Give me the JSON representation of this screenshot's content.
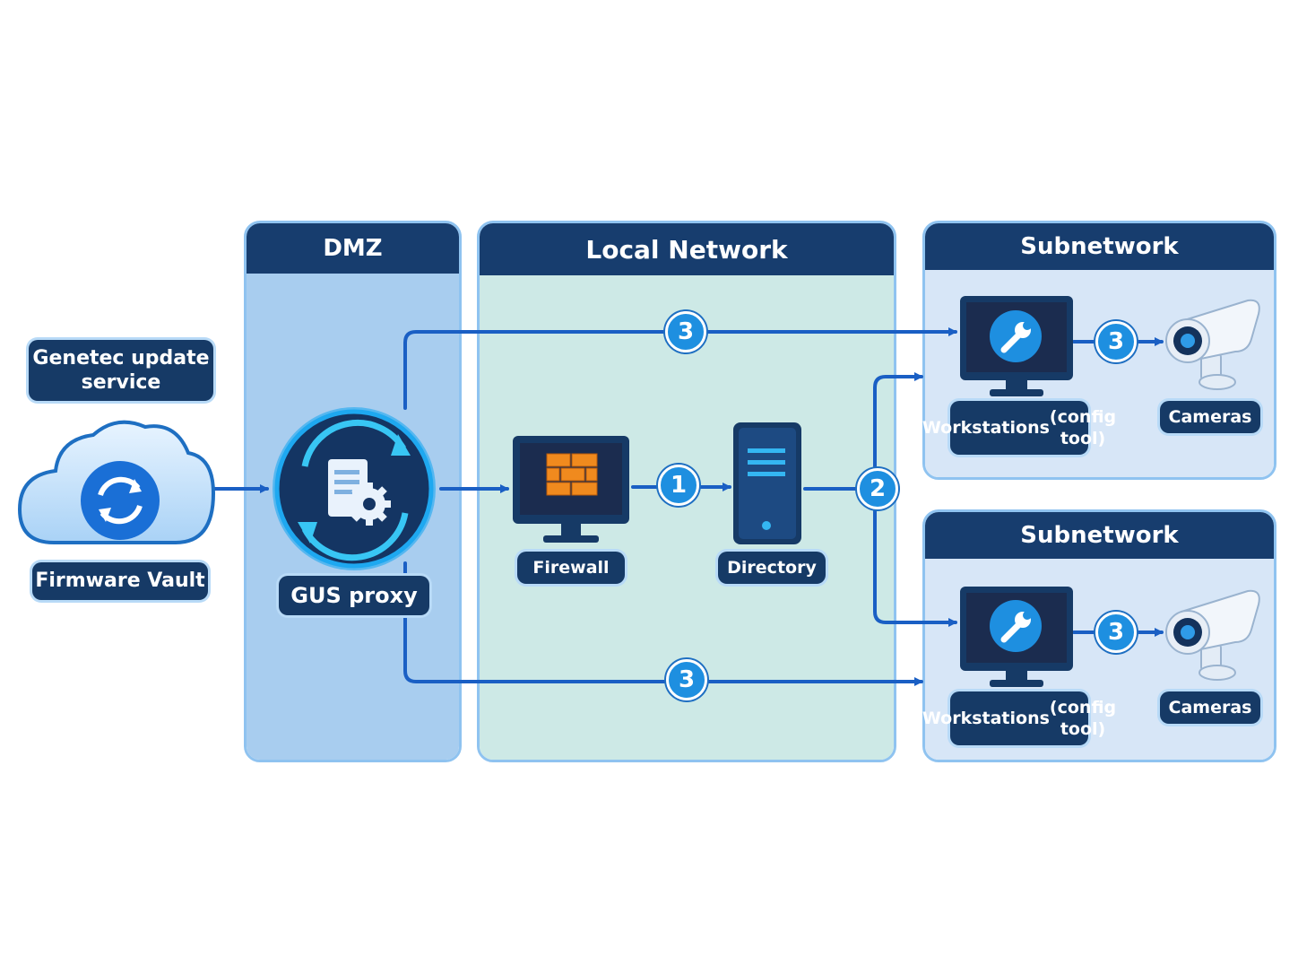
{
  "zones": {
    "dmz": "DMZ",
    "local_network": "Local Network",
    "subnetwork_top": "Subnetwork",
    "subnetwork_bottom": "Subnetwork"
  },
  "nodes": {
    "update_service": "Genetec update service",
    "firmware_vault": "Firmware Vault",
    "gus_proxy": "GUS proxy",
    "firewall": "Firewall",
    "directory": "Directory",
    "workstations_top_line1": "Workstations",
    "workstations_top_line2": "(config tool)",
    "workstations_bottom_line1": "Workstations",
    "workstations_bottom_line2": "(config tool)",
    "cameras_top": "Cameras",
    "cameras_bottom": "Cameras"
  },
  "steps": {
    "top_path": "3",
    "firewall_to_directory": "1",
    "directory_branch": "2",
    "top_ws_to_camera": "3",
    "bottom_ws_to_camera": "3",
    "bottom_path": "3"
  },
  "icons": [
    "cloud-sync-icon",
    "server-gear-icon",
    "firewall-monitor-icon",
    "server-tower-icon",
    "wrench-monitor-icon",
    "security-camera-icon"
  ],
  "colors": {
    "navy": "#163a66",
    "accent": "#1e8fe0",
    "dmz": "#a8cdef",
    "local": "#cde9e6",
    "subnet": "#d7e6f7",
    "firewall": "#f08a1e"
  }
}
